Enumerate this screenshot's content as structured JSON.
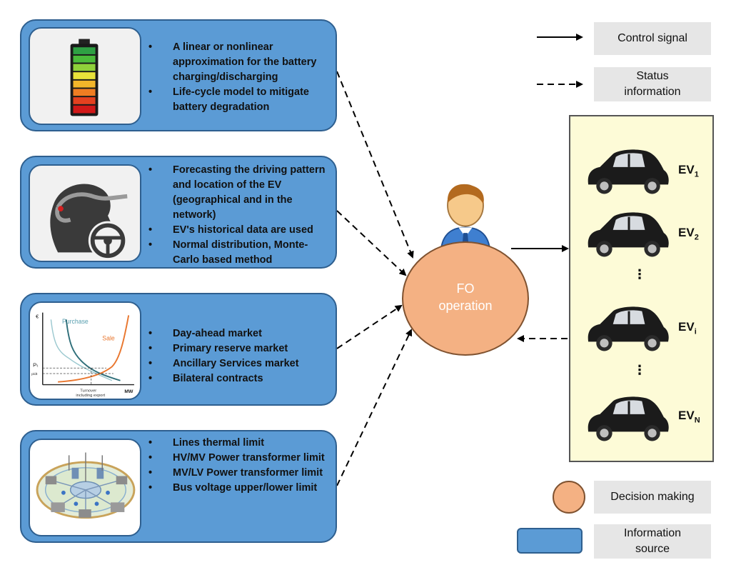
{
  "panels": [
    {
      "name": "battery",
      "bullets": [
        "A linear or nonlinear approximation for the battery charging/discharging",
        "Life-cycle model to mitigate battery degradation"
      ]
    },
    {
      "name": "driver",
      "bullets": [
        "Forecasting the driving pattern and location of the EV (geographical and in the network)",
        "EV's historical data are used",
        "Normal distribution, Monte-Carlo based method"
      ]
    },
    {
      "name": "market",
      "bullets": [
        "Day-ahead market",
        "Primary reserve market",
        "Ancillary Services  market",
        "Bilateral contracts"
      ],
      "graph": {
        "y_axis_label": "€",
        "x_axis_label": "MW",
        "price_tick": "Pₜ",
        "purchase_label": "Purchase",
        "sale_label": "Sale",
        "turnover_label": "Turnover",
        "turnover_sub": "including export",
        "small_tick": "p/dt"
      }
    },
    {
      "name": "network",
      "bullets": [
        "Lines thermal limit",
        "HV/MV Power transformer limit",
        "MV/LV Power transformer limit",
        "Bus voltage upper/lower limit"
      ]
    }
  ],
  "fo": {
    "line1": "FO",
    "line2": "operation"
  },
  "evs": [
    {
      "base": "EV",
      "sub": "1"
    },
    {
      "base": "EV",
      "sub": "2"
    },
    {
      "base": "EV",
      "sub": "i"
    },
    {
      "base": "EV",
      "sub": "N"
    }
  ],
  "ellipsis": "⋮",
  "legend": {
    "control_signal": "Control signal",
    "status_line1": "Status",
    "status_line2": "information",
    "decision_making": "Decision making",
    "info_line1": "Information",
    "info_line2": "source"
  },
  "colors": {
    "panel_fill": "#5b9bd5",
    "panel_border": "#2e5f8f",
    "fo_fill": "#f4b183",
    "ev_area_fill": "#fdfbd7",
    "legend_box": "#e6e6e6"
  },
  "icons": [
    "battery-icon",
    "driver-head-icon",
    "market-graph-icon",
    "grid-network-icon",
    "operator-avatar-icon",
    "car-icon"
  ]
}
